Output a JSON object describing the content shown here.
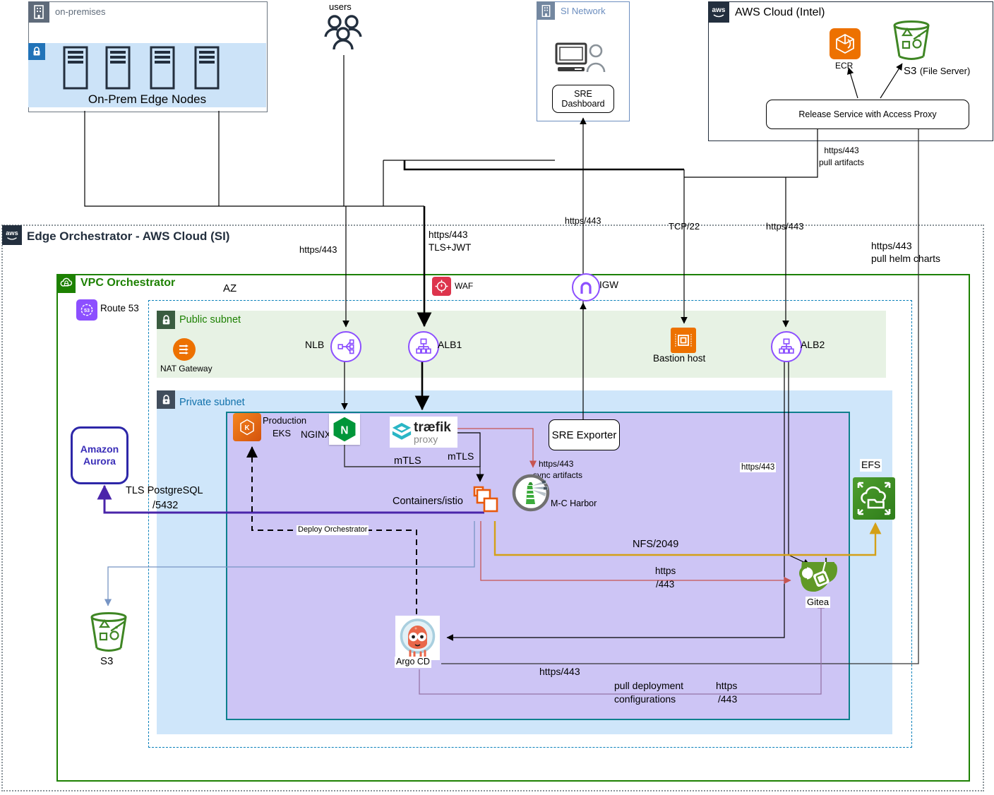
{
  "onprem": {
    "title": "on-premises",
    "label": "On-Prem Edge Nodes"
  },
  "users": {
    "label": "users"
  },
  "si": {
    "title": "SI Network",
    "dashboard_l1": "SRE",
    "dashboard_l2": "Dashboard"
  },
  "intel": {
    "title": "AWS Cloud (Intel)",
    "ecr": "ECR",
    "s3": "S3",
    "s3_note": "(File Server)",
    "release": "Release Service with Access Proxy",
    "pull1": "https/443",
    "pull2": "pull artifacts"
  },
  "edge": {
    "title": "Edge Orchestrator - AWS Cloud (SI)",
    "pull_helm1": "https/443",
    "pull_helm2": "pull helm charts"
  },
  "vpc": {
    "title": "VPC Orchestrator",
    "route53": "Route 53",
    "az": "AZ",
    "waf": "WAF",
    "igw": "IGW"
  },
  "pub": {
    "title": "Public subnet",
    "nat": "NAT Gateway",
    "nlb": "NLB",
    "alb1": "ALB1",
    "bastion": "Bastion host",
    "alb2": "ALB2"
  },
  "priv": {
    "title": "Private subnet",
    "eks1": "Production",
    "eks2": "EKS",
    "nginx": "NGINX",
    "traefik": "træfik",
    "traefik_sub": "proxy",
    "sre": "SRE Exporter",
    "harbor": "M-C Harbor",
    "containers": "Containers/istio",
    "efs": "EFS",
    "gitea": "Gitea",
    "argo": "Argo CD",
    "aurora1": "Amazon",
    "aurora2": "Aurora",
    "s3": "S3"
  },
  "flows": {
    "nlb": "https/443",
    "alb1a": "https/443",
    "alb1b": "TLS+JWT",
    "sre": "https/443",
    "tcp22": "TCP/22",
    "alb2": "https/443",
    "mtls_a": "mTLS",
    "mtls_b": "mTLS",
    "sync1": "https/443",
    "sync2": "sync artifacts",
    "inner443": "https/443",
    "tlspg1": "TLS PostgreSQL",
    "tlspg2": "/5432",
    "deploy": "Deploy Orchestrator",
    "nfs": "NFS/2049",
    "gitea1": "https",
    "gitea2": "/443",
    "argo443": "https/443",
    "pd1": "pull deployment",
    "pd2": "configurations",
    "pdh1": "https",
    "pdh2": "/443"
  },
  "icons": {
    "building": "building-icon",
    "lock": "lock-icon",
    "servers": "server-rack-icon",
    "users": "users-icon",
    "workstation": "computer-user-icon",
    "aws": "aws-logo-icon",
    "ecr": "ecr-icon",
    "s3_bucket": "s3-bucket-icon",
    "route53": "route53-icon",
    "waf": "waf-icon",
    "igw": "internet-gateway-icon",
    "nat": "nat-gateway-icon",
    "nlb": "network-load-balancer-icon",
    "alb": "app-load-balancer-icon",
    "bastion": "bastion-chip-icon",
    "eks": "eks-icon",
    "nginx": "nginx-icon",
    "traefik": "traefik-icon",
    "harbor": "harbor-lighthouse-icon",
    "containers": "containers-istio-icon",
    "efs": "efs-icon",
    "gitea": "gitea-cup-icon",
    "argo": "argo-octopus-icon",
    "vpc": "vpc-cloud-icon"
  },
  "colors": {
    "aws_orange": "#ed7100",
    "purple": "#8c4fff",
    "vpc_green": "#1d8102",
    "waf_red": "#dd344c",
    "eks_border_teal": "#0e808d",
    "eks_fill": "#cdc5f5",
    "private_fill": "#cfe6fa",
    "public_fill": "#e7f2e4",
    "onprem_fill": "#cce3f8",
    "dark_navy": "#232f3e",
    "link_red": "#c75450",
    "link_gold": "#d4a017",
    "link_indigo": "#4a25aa",
    "link_mauve": "#9673a6",
    "link_blue": "#7795c4",
    "s3_green": "#3f8624",
    "gitea_green": "#609926",
    "nginx_green": "#009639",
    "traefik_teal": "#2ab6c5",
    "argo_orange": "#e9674a"
  }
}
